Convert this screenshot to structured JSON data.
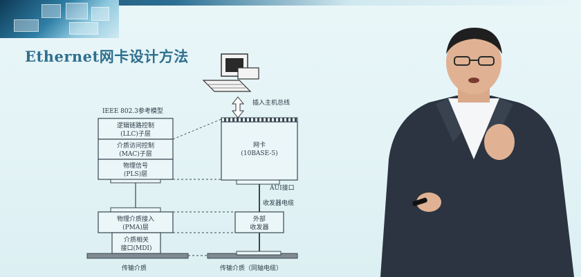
{
  "slide": {
    "title": "Ethernet网卡设计方法",
    "model_heading": "IEEE 802.3参考模型",
    "llc_line1": "逻辑链路控制",
    "llc_line2": "(LLC)子层",
    "mac_line1": "介质访问控制",
    "mac_line2": "(MAC)子层",
    "pls_line1": "物理信号",
    "pls_line2": "(PLS)层",
    "pma_line1": "物理介质接入",
    "pma_line2": "(PMA)层",
    "mdi_line1": "介质相关",
    "mdi_line2": "接口(MDI)",
    "medium_left": "传输介质",
    "bus_label": "插入主机总线",
    "nic_line1": "网卡",
    "nic_line2": "(10BASE-5)",
    "aui_label": "AUI接口",
    "cable_label": "收发器电缆",
    "transceiver_line1": "外部",
    "transceiver_line2": "收发器",
    "medium_right": "传输介质（同轴电缆）"
  },
  "colors": {
    "title": "#2f6f8e",
    "box_fill": "#eaf6f8",
    "box_stroke": "#3a4650",
    "background": "#e6f4f7",
    "suit": "#2b3440",
    "shirt": "#f4f6f8"
  },
  "icons": [
    "computer-icon",
    "keyboard-icon",
    "double-arrow-icon",
    "laser-pointer-icon"
  ]
}
